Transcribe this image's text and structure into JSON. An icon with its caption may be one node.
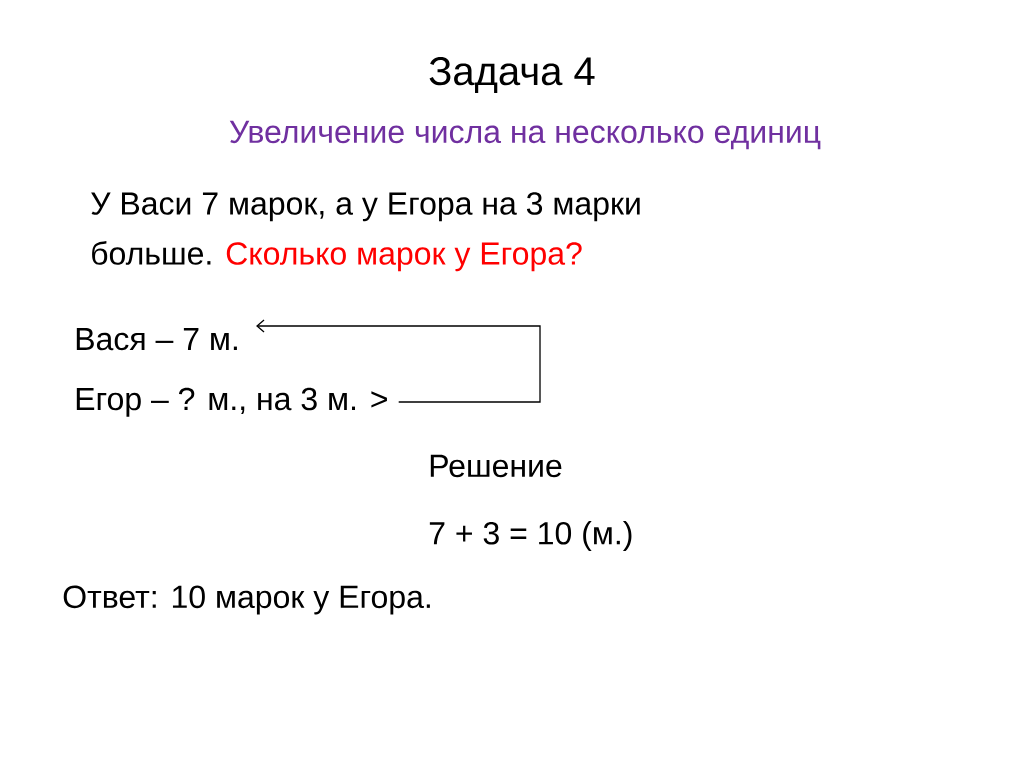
{
  "diagram": {
    "title": "Задача 4",
    "nodes": [
      {
        "text": [
          "Вася – 7 м."
        ]
      },
      {
        "text": [
          "Егор – ? м., на 3 м. >"
        ]
      }
    ],
    "edges": [
      {
        "from": 1,
        "to": 0,
        "arrow": "to"
      }
    ],
    "labels": [
      "Увеличение числа на несколько единиц",
      "У Васи 7 марок, а у Егора на 3 марки больше.",
      "Сколько марок у Егора?",
      "Решение",
      "7 + 3 = 10 (м.)",
      "Ответ: 10 марок у Егора."
    ]
  }
}
